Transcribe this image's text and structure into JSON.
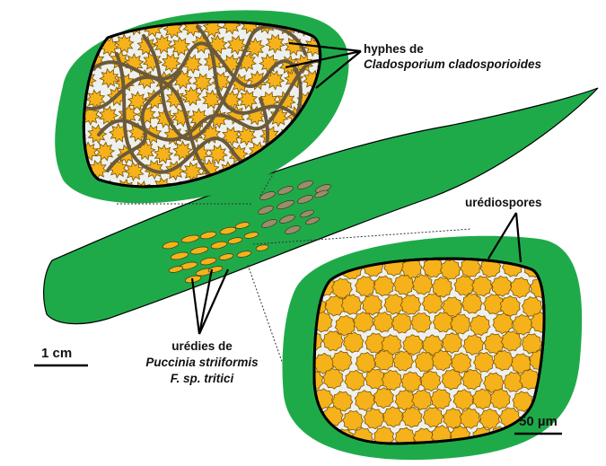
{
  "labels": {
    "hyphae_line1": "hyphes de",
    "hyphae_line2": "Cladosporium cladosporioides",
    "urediospores": "urédiospores",
    "uredia_line1": "urédies de",
    "uredia_line2": "Puccinia striiformis",
    "uredia_line3": "F. sp. tritici",
    "scale_leaf": "1 cm",
    "scale_micro": "50 µm"
  },
  "colors": {
    "leaf_green": "#1faa4a",
    "spore_orange": "#f5b21a",
    "spore_stroke": "#7a5200",
    "tissue_white": "#eef0ee",
    "hyphae_brown": "#6b5a3a",
    "infected_lesion": "#9a8d6c",
    "outline": "#000000",
    "connector": "#333333"
  },
  "icons": {
    "spore": "spiky-spore-icon"
  }
}
